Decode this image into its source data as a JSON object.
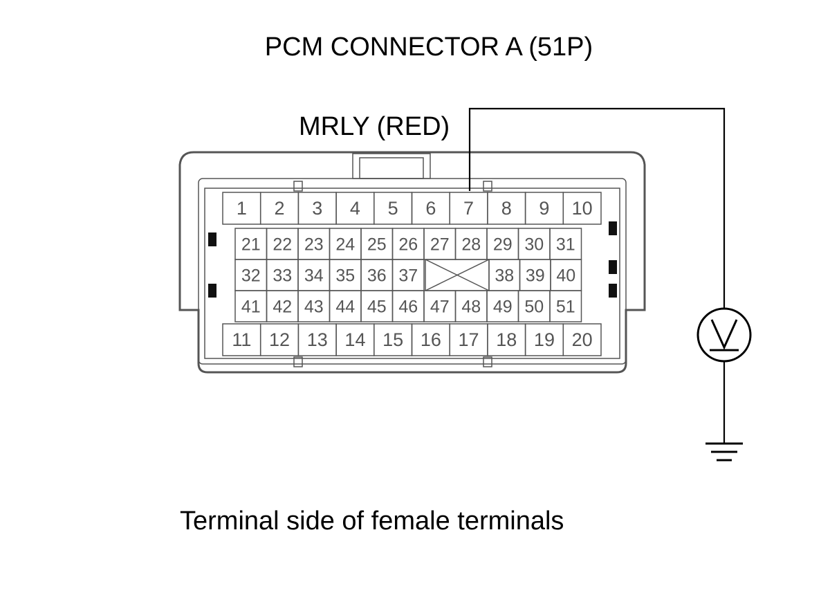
{
  "title": "PCM CONNECTOR A (51P)",
  "probe_label": "MRLY (RED)",
  "caption": "Terminal side of female terminals",
  "meter_icon": "voltmeter-icon",
  "ground_icon": "ground-icon",
  "probe_terminal": "7",
  "rows": {
    "top": [
      "1",
      "2",
      "3",
      "4",
      "5",
      "6",
      "7",
      "8",
      "9",
      "10"
    ],
    "row2": [
      "21",
      "22",
      "23",
      "24",
      "25",
      "26",
      "27",
      "28",
      "29",
      "30",
      "31"
    ],
    "row3_left": [
      "32",
      "33",
      "34",
      "35",
      "36",
      "37"
    ],
    "row3_right": [
      "38",
      "39",
      "40"
    ],
    "row4": [
      "41",
      "42",
      "43",
      "44",
      "45",
      "46",
      "47",
      "48",
      "49",
      "50",
      "51"
    ],
    "bottom": [
      "11",
      "12",
      "13",
      "14",
      "15",
      "16",
      "17",
      "18",
      "19",
      "20"
    ]
  }
}
